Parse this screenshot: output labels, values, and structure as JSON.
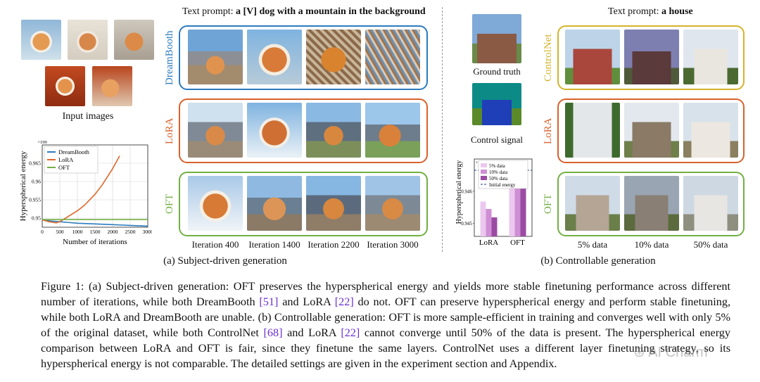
{
  "subject": {
    "prompt_prefix": "Text prompt: ",
    "prompt_bold": "a [V] dog with a mountain in the background",
    "input_images_label": "Input images",
    "rows": [
      {
        "label": "DreamBooth",
        "color": "#2b7bbf"
      },
      {
        "label": "LoRA",
        "color": "#d9612b"
      },
      {
        "label": "OFT",
        "color": "#72b043"
      }
    ],
    "iteration_labels": [
      "Iteration 400",
      "Iteration 1400",
      "Iteration 2200",
      "Iteration 3000"
    ],
    "section_caption": "(a) Subject-driven generation"
  },
  "controllable": {
    "prompt_prefix": "Text prompt: ",
    "prompt_bold": "a house",
    "ground_truth_label": "Ground truth",
    "control_signal_label": "Control signal",
    "rows": [
      {
        "label": "ControlNet",
        "color": "#d4b42b"
      },
      {
        "label": "LoRA",
        "color": "#d9612b"
      },
      {
        "label": "OFT",
        "color": "#72b043"
      }
    ],
    "data_labels": [
      "5% data",
      "10% data",
      "50% data"
    ],
    "section_caption": "(b) Controllable generation"
  },
  "caption": {
    "p1": "Figure 1: (a) Subject-driven generation: OFT preserves the hyperspherical energy and yields more stable finetuning performance across different number of iterations, while both DreamBooth ",
    "r1": "[51]",
    "p2": " and LoRA ",
    "r2": "[22]",
    "p3": " do not. OFT can preserve hyperspherical energy and perform stable finetuning, while both LoRA and DreamBooth are unable. (b) Controllable generation: OFT is more sample-efficient in training and converges well with only 5% of the original dataset, while both ControlNet ",
    "r3": "[68]",
    "p4": " and LoRA ",
    "r4": "[22]",
    "p5": " cannot converge until 50% of the data is present. The hyperspherical energy comparison between LoRA and OFT is fair, since they finetune the same layers. ControlNet uses a different layer finetuning strategy, so its hyperspherical energy is not comparable. The detailed settings are given in the experiment section and Appendix."
  },
  "watermark": "AI Charm",
  "chart_data": [
    {
      "type": "line",
      "xlabel": "Number of iterations",
      "ylabel": "Hyperspherical energy",
      "xlim": [
        0,
        3000
      ],
      "ylim": [
        0.9475,
        0.97
      ],
      "offset_label": "+199",
      "xticks": [
        0,
        500,
        1000,
        1500,
        2000,
        2500,
        3000
      ],
      "yticks": [
        0.95,
        0.955,
        0.96,
        0.965
      ],
      "ytick_labels": [
        "0.95",
        "0.955",
        "0.96",
        "0.965"
      ],
      "grid": true,
      "legend_position": "top-left",
      "series": [
        {
          "name": "DreamBooth",
          "color": "#2b7bbf",
          "x": [
            0,
            250,
            500,
            750,
            1000,
            1250,
            1500,
            1750,
            2000,
            2250,
            2500,
            2750,
            3000
          ],
          "y": [
            0.9495,
            0.9492,
            0.949,
            0.9488,
            0.9486,
            0.9485,
            0.9484,
            0.9483,
            0.9482,
            0.9481,
            0.948,
            0.9479,
            0.9478
          ]
        },
        {
          "name": "LoRA",
          "color": "#e0662a",
          "x": [
            0,
            200,
            400,
            500,
            700,
            1000,
            1200,
            1500,
            1700,
            2000,
            2200
          ],
          "y": [
            0.9495,
            0.949,
            0.9487,
            0.949,
            0.9502,
            0.952,
            0.9535,
            0.9565,
            0.959,
            0.9635,
            0.967
          ]
        },
        {
          "name": "OFT",
          "color": "#72b043",
          "x": [
            0,
            500,
            1000,
            1500,
            2000,
            2500,
            3000
          ],
          "y": [
            0.9496,
            0.9496,
            0.9496,
            0.9496,
            0.9496,
            0.9496,
            0.9496
          ]
        }
      ]
    },
    {
      "type": "bar",
      "ylabel": "Hyperspherical energy",
      "offset_label": "+199",
      "ylim": [
        0.9446,
        0.947
      ],
      "yticks": [
        0.945,
        0.946
      ],
      "ytick_labels": [
        "0.945",
        "0.946"
      ],
      "categories": [
        "LoRA",
        "OFT"
      ],
      "reference_line": {
        "name": "Initial energy",
        "value": 0.94665,
        "color": "#1a3e8c"
      },
      "legend_position": "top",
      "series": [
        {
          "name": "5% data",
          "color": "#ecc8ef",
          "values": [
            0.94568,
            0.94665
          ]
        },
        {
          "name": "10% data",
          "color": "#cf8fd4",
          "values": [
            0.94545,
            0.94665
          ]
        },
        {
          "name": "50% data",
          "color": "#9b4ba3",
          "values": [
            0.94519,
            0.94665
          ]
        }
      ]
    }
  ]
}
